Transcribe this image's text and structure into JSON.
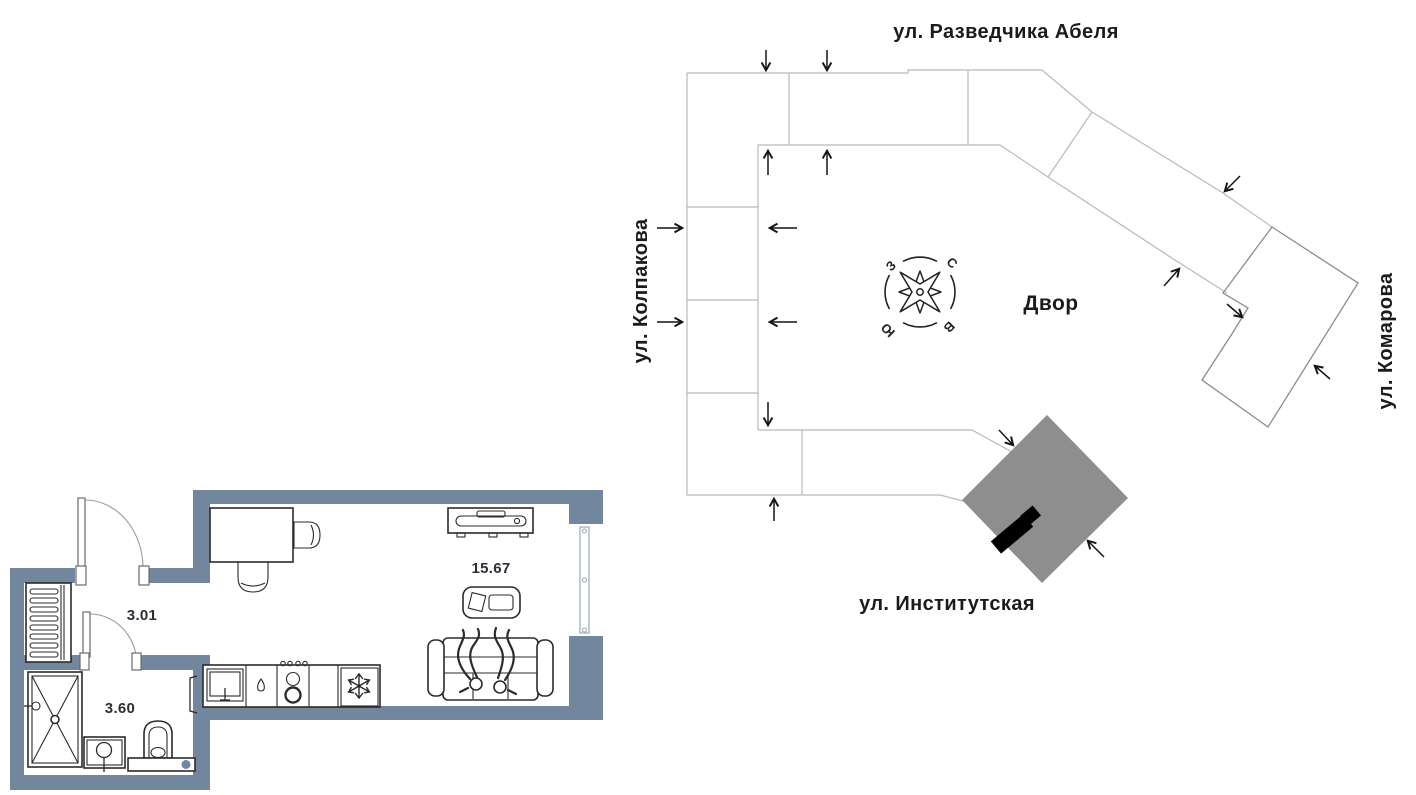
{
  "floor_plan": {
    "areas": {
      "hallway": "3.01",
      "bathroom": "3.60",
      "living_room": "15.67"
    }
  },
  "site_plan": {
    "streets": {
      "top": "ул. Разведчика Абеля",
      "left": "ул. Колпакова",
      "right": "ул. Комарова",
      "bottom": "ул. Институтская"
    },
    "courtyard": "Двор",
    "compass": {
      "north": "С",
      "east": "В",
      "south": "Ю",
      "west": "З"
    }
  },
  "colors": {
    "wall_fill": "#72879E",
    "building_outline": "#b9b9b9",
    "building_outline_dark": "#8c8c8c",
    "highlighted_building": "#8e8e8e",
    "location_marker": "#000000"
  }
}
